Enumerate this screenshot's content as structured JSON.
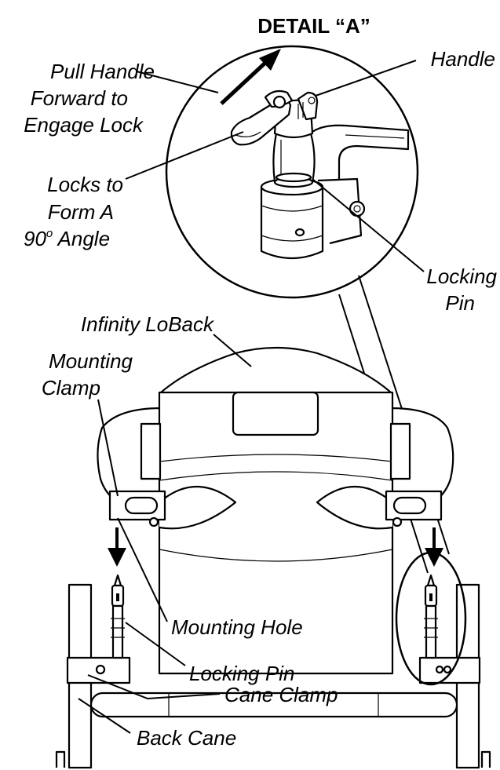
{
  "title": "DETAIL “A”",
  "labels": {
    "pull_handle": [
      "Pull Handle",
      "Forward to",
      "Engage Lock"
    ],
    "handle": "Handle",
    "locks_to": [
      "Locks to",
      "Form A",
      "90",
      "o",
      " Angle"
    ],
    "locking_pin_detail": [
      "Locking",
      "Pin"
    ],
    "infinity_loback": "Infinity LoBack",
    "mounting_clamp": [
      "Mounting",
      "Clamp"
    ],
    "mounting_hole": "Mounting Hole",
    "locking_pin": "Locking Pin",
    "cane_clamp": "Cane Clamp",
    "back_cane": "Back Cane"
  },
  "icons": [
    "forward-arrow-icon",
    "down-arrow-icon"
  ]
}
